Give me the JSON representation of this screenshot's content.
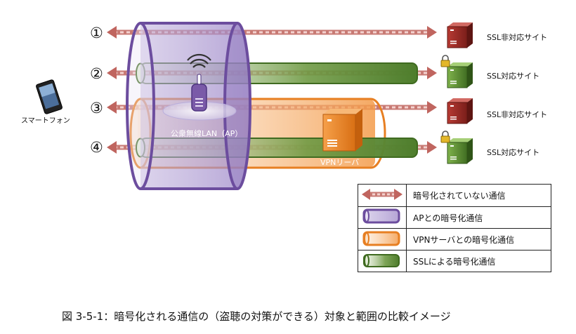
{
  "rows": [
    {
      "marker": "①",
      "server": "SSL非対応サイト"
    },
    {
      "marker": "②",
      "server": "SSL対応サイト"
    },
    {
      "marker": "③",
      "server": "SSL非対応サイト"
    },
    {
      "marker": "④",
      "server": "SSL対応サイト"
    }
  ],
  "phone_label": "スマートフォン",
  "ap_label": "公衆無線LAN（AP）",
  "vpn_label": "VPNリーバ",
  "legend": [
    {
      "label": "暗号化されていない通信",
      "kind": "unencrypted",
      "color": "#c0655f"
    },
    {
      "label": "APとの暗号化通信",
      "kind": "ap",
      "color": "#7a5aa8"
    },
    {
      "label": "VPNサーバとの暗号化通信",
      "kind": "vpn",
      "color": "#e77f22"
    },
    {
      "label": "SSLによる暗号化通信",
      "kind": "ssl",
      "color": "#4e7d2c"
    }
  ],
  "caption": "図 3-5-1：暗号化される通信の（盗聴の対策ができる）対象と範囲の比較イメージ"
}
